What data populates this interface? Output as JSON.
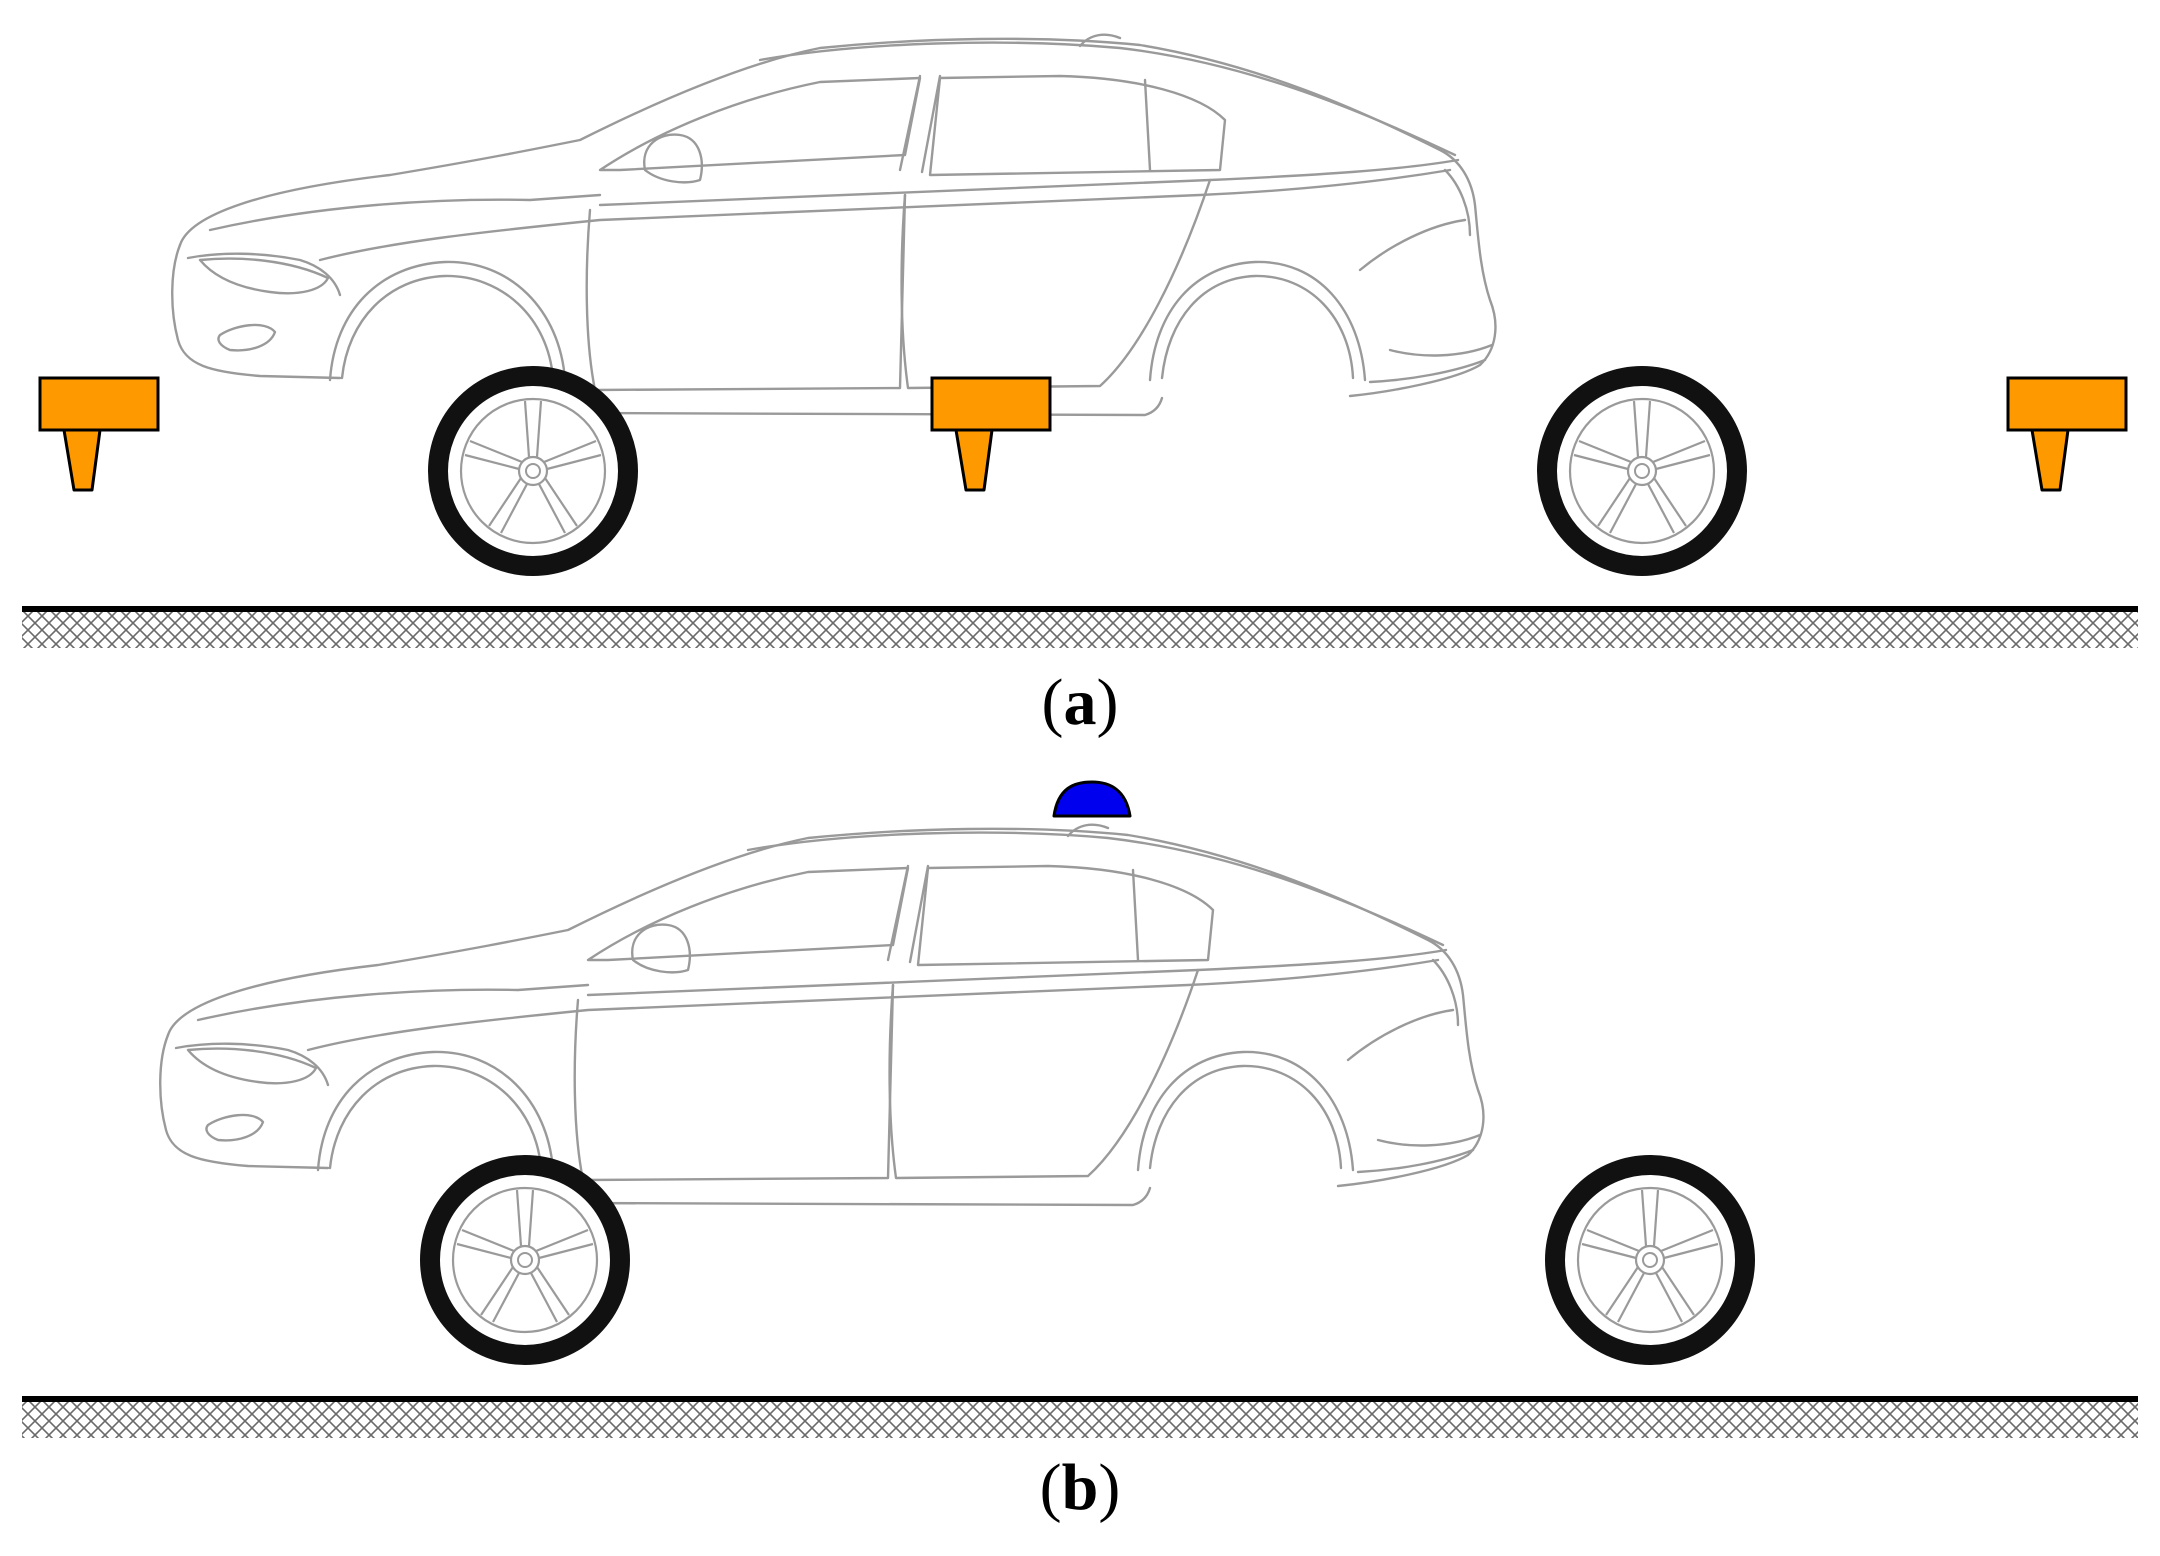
{
  "panels": [
    {
      "id": "a",
      "caption_open": "(",
      "caption_letter": "a",
      "caption_close": ")",
      "sensors": [
        {
          "kind": "ground-sensor",
          "position": "front"
        },
        {
          "kind": "ground-sensor",
          "position": "middle"
        },
        {
          "kind": "ground-sensor",
          "position": "rear"
        }
      ]
    },
    {
      "id": "b",
      "caption_open": "(",
      "caption_letter": "b",
      "caption_close": ")",
      "sensors": [
        {
          "kind": "roof-sensor",
          "position": "roof"
        }
      ]
    }
  ],
  "colors": {
    "ground_sensor_fill": "#ff9900",
    "roof_sensor_fill": "#0000ee",
    "car_outline": "#9a9a9a",
    "tire": "#111111",
    "ground_line": "#000000",
    "hatch": "#666666"
  }
}
